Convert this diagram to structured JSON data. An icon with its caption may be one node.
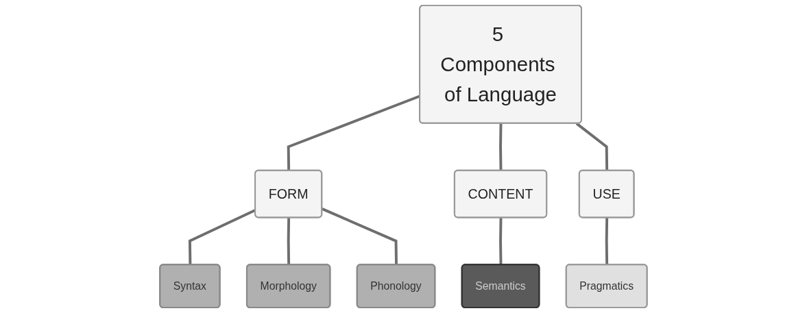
{
  "diagram": {
    "nodes": [
      {
        "text": [
          "5 Components of Language"
        ]
      },
      {
        "text": [
          "FORM"
        ]
      },
      {
        "text": [
          "CONTENT"
        ]
      },
      {
        "text": [
          "USE"
        ]
      },
      {
        "text": [
          "Syntax"
        ]
      },
      {
        "text": [
          "Morphology"
        ]
      },
      {
        "text": [
          "Phonology"
        ]
      },
      {
        "text": [
          "Semantics"
        ]
      },
      {
        "text": [
          "Pragmatics"
        ]
      }
    ],
    "edges": [
      {
        "from": 0,
        "to": 1,
        "arrow": "none"
      },
      {
        "from": 0,
        "to": 2,
        "arrow": "none"
      },
      {
        "from": 0,
        "to": 3,
        "arrow": "none"
      },
      {
        "from": 1,
        "to": 4,
        "arrow": "none"
      },
      {
        "from": 1,
        "to": 5,
        "arrow": "none"
      },
      {
        "from": 1,
        "to": 6,
        "arrow": "none"
      },
      {
        "from": 2,
        "to": 7,
        "arrow": "none"
      },
      {
        "from": 3,
        "to": 8,
        "arrow": "none"
      }
    ]
  }
}
